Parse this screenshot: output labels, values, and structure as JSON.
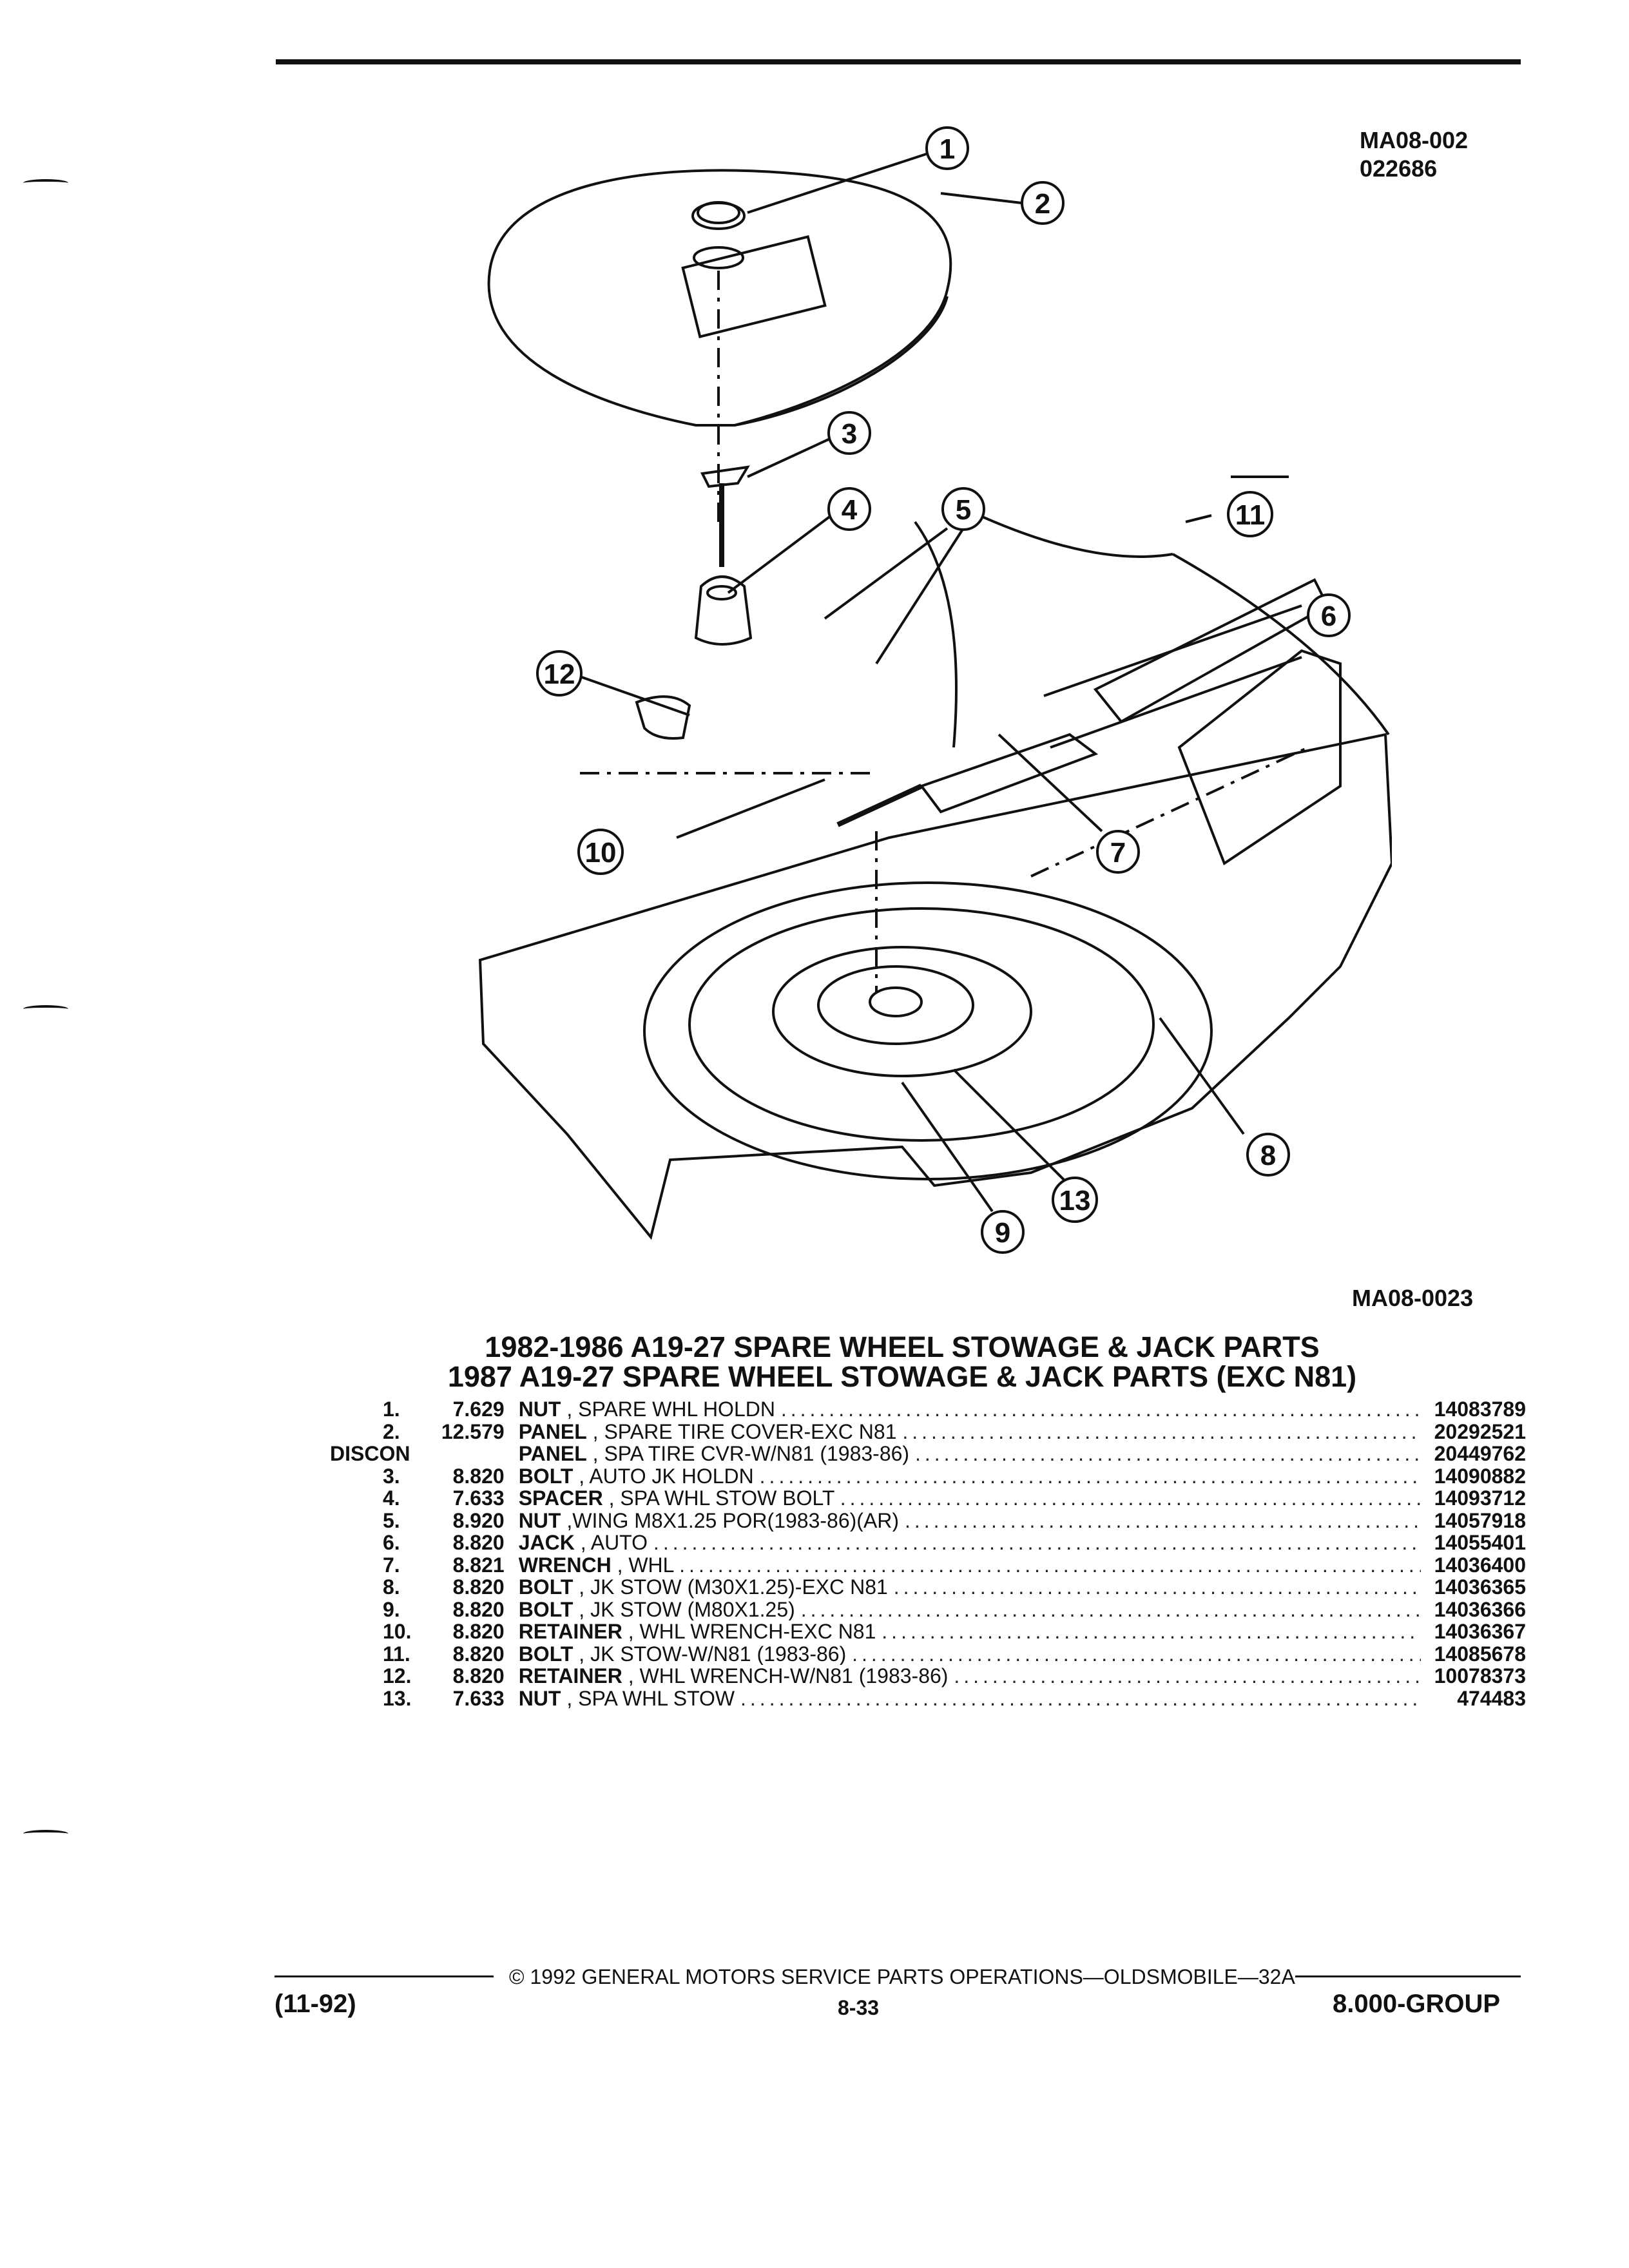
{
  "header": {
    "ref_code": "MA08-002",
    "ref_date": "022686"
  },
  "figure": {
    "ref": "MA08-0023",
    "callouts": [
      "1",
      "2",
      "3",
      "4",
      "5",
      "6",
      "7",
      "8",
      "9",
      "10",
      "11",
      "12",
      "13"
    ]
  },
  "titles": [
    "1982-1986 A19-27 SPARE WHEEL STOWAGE & JACK PARTS",
    "1987 A19-27 SPARE WHEEL STOWAGE & JACK PARTS (EXC N81)"
  ],
  "parts": [
    {
      "num": "1.",
      "code": "7.629",
      "noun": "NUT",
      "desc": ", SPARE WHL HOLDN",
      "pn": "14083789"
    },
    {
      "num": "2.",
      "code": "12.579",
      "noun": "PANEL",
      "desc": ", SPARE TIRE COVER-EXC N81",
      "pn": "20292521"
    },
    {
      "num": "DISCON",
      "code": "",
      "noun": "PANEL",
      "desc": ", SPA TIRE CVR-W/N81 (1983-86)",
      "pn": "20449762"
    },
    {
      "num": "3.",
      "code": "8.820",
      "noun": "BOLT",
      "desc": ", AUTO JK HOLDN",
      "pn": "14090882"
    },
    {
      "num": "4.",
      "code": "7.633",
      "noun": "SPACER",
      "desc": ", SPA WHL STOW BOLT",
      "pn": "14093712"
    },
    {
      "num": "5.",
      "code": "8.920",
      "noun": "NUT",
      "desc": ",WING M8X1.25 POR(1983-86)(AR)",
      "pn": "14057918"
    },
    {
      "num": "6.",
      "code": "8.820",
      "noun": "JACK",
      "desc": ", AUTO",
      "pn": "14055401"
    },
    {
      "num": "7.",
      "code": "8.821",
      "noun": "WRENCH",
      "desc": ", WHL",
      "pn": "14036400"
    },
    {
      "num": "8.",
      "code": "8.820",
      "noun": "BOLT",
      "desc": ", JK STOW (M30X1.25)-EXC N81",
      "pn": "14036365"
    },
    {
      "num": "9.",
      "code": "8.820",
      "noun": "BOLT",
      "desc": ", JK STOW (M80X1.25)",
      "pn": "14036366"
    },
    {
      "num": "10.",
      "code": "8.820",
      "noun": "RETAINER",
      "desc": ", WHL WRENCH-EXC N81",
      "pn": "14036367"
    },
    {
      "num": "11.",
      "code": "8.820",
      "noun": "BOLT",
      "desc": ", JK STOW-W/N81 (1983-86)",
      "pn": "14085678"
    },
    {
      "num": "12.",
      "code": "8.820",
      "noun": "RETAINER",
      "desc": ", WHL WRENCH-W/N81 (1983-86)",
      "pn": "10078373"
    },
    {
      "num": "13.",
      "code": "7.633",
      "noun": "NUT",
      "desc": ", SPA WHL STOW",
      "pn": "474483"
    }
  ],
  "footer": {
    "copyright": "© 1992 GENERAL MOTORS SERVICE PARTS OPERATIONS—OLDSMOBILE—32A",
    "date": "(11-92)",
    "page": "8-33",
    "group": "8.000-GROUP"
  }
}
